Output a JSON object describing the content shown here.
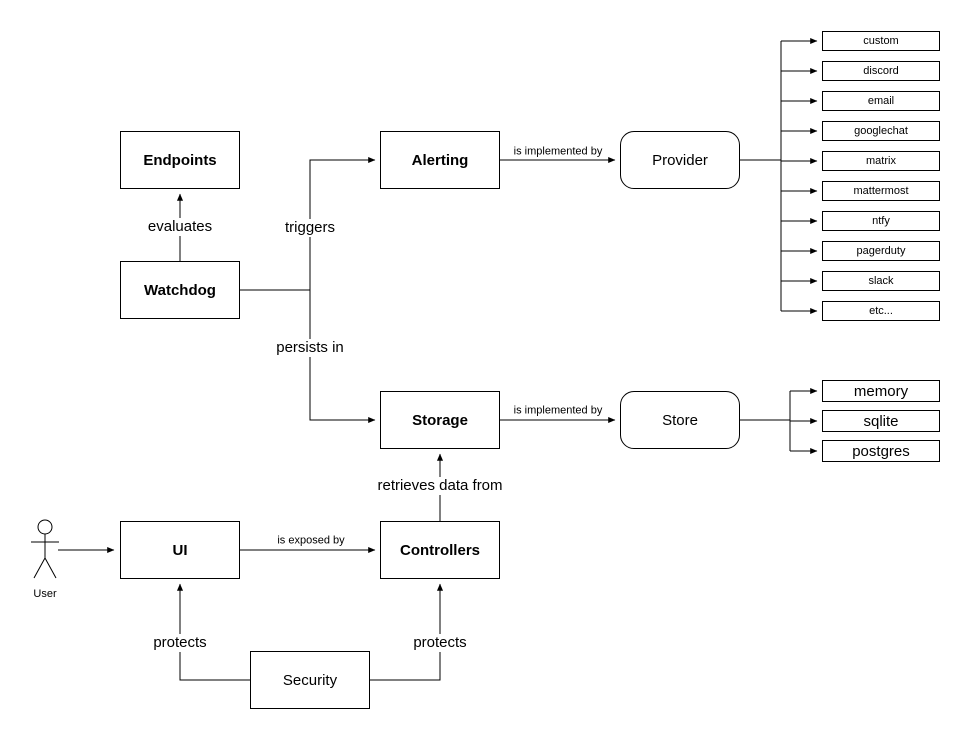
{
  "nodes": {
    "endpoints": "Endpoints",
    "watchdog": "Watchdog",
    "alerting": "Alerting",
    "provider": "Provider",
    "storage": "Storage",
    "store": "Store",
    "ui": "UI",
    "controllers": "Controllers",
    "security": "Security"
  },
  "actor": {
    "label": "User"
  },
  "edges": {
    "evaluates": "evaluates",
    "triggers": "triggers",
    "persists_in": "persists in",
    "alerting_provider": "is implemented by",
    "storage_store": "is implemented by",
    "retrieves_data_from": "retrieves data from",
    "is_exposed_by": "is exposed by",
    "protects_ui": "protects",
    "protects_controllers": "protects"
  },
  "provider_impls": [
    "custom",
    "discord",
    "email",
    "googlechat",
    "matrix",
    "mattermost",
    "ntfy",
    "pagerduty",
    "slack",
    "etc..."
  ],
  "store_impls": [
    "memory",
    "sqlite",
    "postgres"
  ],
  "colors": {
    "stroke": "#000000",
    "background": "#ffffff"
  }
}
